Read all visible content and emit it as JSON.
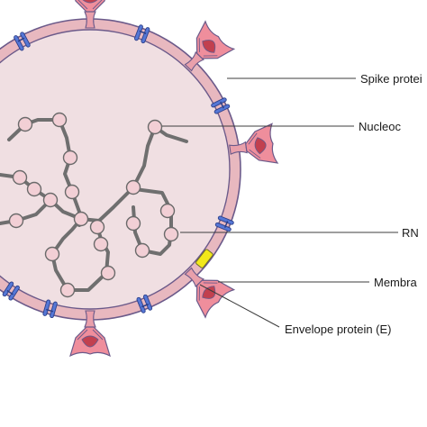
{
  "labels": {
    "spike": "Spike protei",
    "nucleocapsid": "Nucleoc",
    "rna": "RN",
    "membrane": "Membra",
    "envelope": "Envelope protein (E)"
  },
  "colors": {
    "virion_fill": "#f0dfe2",
    "membrane_band": "#e8b8bf",
    "membrane_edge": "#6b5a8a",
    "spike_fill": "#ef8e9c",
    "spike_dark": "#c2404f",
    "m_protein": "#5577d6",
    "envelope_protein": "#f2e81a",
    "rna_strand": "#6f6f6f",
    "rna_bead": "#f2cfd5"
  },
  "icons": {
    "spike": "spike-protein-icon",
    "membrane_protein": "membrane-protein-icon",
    "envelope": "envelope-protein-icon",
    "rna_bead": "nucleocapsid-bead-icon"
  }
}
